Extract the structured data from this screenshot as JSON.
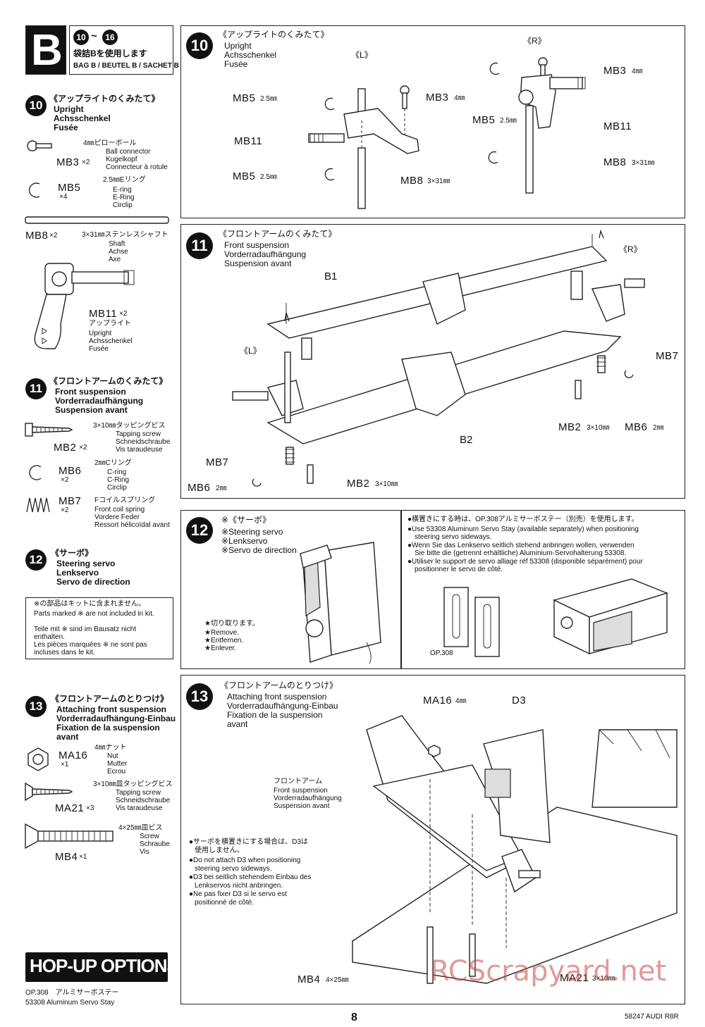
{
  "header": {
    "bag_letter": "B",
    "step_from": "10",
    "step_sep": "~",
    "step_to": "16",
    "bag_jp": "袋詰Bを使用します",
    "bag_label": "BAG B / BEUTEL B / SACHET B"
  },
  "sidebar": {
    "s10": {
      "num": "10",
      "jp": "《アップライトのくみたて》",
      "en": "Upright",
      "de": "Achsschenkel",
      "fr": "Fusée"
    },
    "mb3": {
      "code": "MB3",
      "qty": "×2",
      "size": "4㎜ピローボール",
      "en": "Ball connector",
      "de": "Kugelkopf",
      "fr": "Connecteur à rotule"
    },
    "mb5": {
      "code": "MB5",
      "qty": "×4",
      "size": "2.5㎜Eリング",
      "en": "E-ring",
      "de": "E-Ring",
      "fr": "Circlip"
    },
    "mb8": {
      "code": "MB8",
      "qty": "×2",
      "size": "3×31㎜ステンレスシャフト",
      "en": "Shaft",
      "de": "Achse",
      "fr": "Axe"
    },
    "mb11": {
      "code": "MB11",
      "qty": "×2",
      "jp": "アップライト",
      "en": "Upright",
      "de": "Achsschenkel",
      "fr": "Fusée"
    },
    "s11": {
      "num": "11",
      "jp": "《フロントアームのくみたて》",
      "en": "Front suspension",
      "de": "Vorderradaufhängung",
      "fr": "Suspension avant"
    },
    "mb2": {
      "code": "MB2",
      "qty": "×2",
      "size": "3×10㎜タッピングビス",
      "en": "Tapping screw",
      "de": "Schneidschraube",
      "fr": "Vis taraudeuse"
    },
    "mb6": {
      "code": "MB6",
      "qty": "×2",
      "size": "2㎜Cリング",
      "en": "C-ring",
      "de": "C-Ring",
      "fr": "Circlip"
    },
    "mb7": {
      "code": "MB7",
      "qty": "×2",
      "size": "Fコイルスプリング",
      "en": "Front coil spring",
      "de": "Vordere Feder",
      "fr": "Ressort hélicoïdal avant"
    },
    "s12": {
      "num": "12",
      "jp": "《サーボ》",
      "en": "Steering servo",
      "de": "Lenkservo",
      "fr": "Servo de direction"
    },
    "note": {
      "jp": "※の部品はキットに含まれません。",
      "en": "Parts marked ※ are not included in kit.",
      "de": "Teile mit ※ sind im Bausatz nicht enthalten.",
      "fr": "Les pièces marquées ※ ne sont pas incluses dans le kit."
    },
    "s13": {
      "num": "13",
      "jp": "《フロントアームのとりつけ》",
      "en": "Attaching front suspension",
      "de": "Vorderradaufhängung-Einbau",
      "fr1": "Fixation de la suspension",
      "fr2": "avant"
    },
    "ma16": {
      "code": "MA16",
      "qty": "×1",
      "size": "4㎜ナット",
      "en": "Nut",
      "de": "Mutter",
      "fr": "Ecrou"
    },
    "ma21": {
      "code": "MA21",
      "qty": "×3",
      "size": "3×10㎜皿タッピングビス",
      "en": "Tapping screw",
      "de": "Schneidschraube",
      "fr": "Vis taraudeuse"
    },
    "mb4": {
      "code": "MB4",
      "qty": "×1",
      "size": "4×25㎜皿ビス",
      "en": "Screw",
      "de": "Schraube",
      "fr": "Vis"
    },
    "hopup": {
      "title": "HOP-UP OPTIONS",
      "line1": "OP.308　アルミサーボステー",
      "line2": "53308 Aluminum Servo Stay"
    }
  },
  "panel10": {
    "num": "10",
    "jp": "《アップライトのくみたて》",
    "en": "Upright",
    "de": "Achsschenkel",
    "fr": "Fusée",
    "left": "《L》",
    "right": "《R》",
    "labels": {
      "mb5a": "MB5",
      "mb5a_size": "2.5㎜",
      "mb3a": "MB3",
      "mb3a_size": "4㎜",
      "mb11a": "MB11",
      "mb5b": "MB5",
      "mb5b_size": "2.5㎜",
      "mb8a": "MB8",
      "mb8a_size": "3×31㎜",
      "mb3b": "MB3",
      "mb3b_size": "4㎜",
      "mb5c": "MB5",
      "mb5c_size": "2.5㎜",
      "mb11b": "MB11",
      "mb8b": "MB8",
      "mb8b_size": "3×31㎜"
    }
  },
  "panel11": {
    "num": "11",
    "jp": "《フロントアームのくみたて》",
    "en": "Front suspension",
    "de": "Vorderradaufhängung",
    "fr": "Suspension avant",
    "b1": "B1",
    "b2": "B2",
    "left": "《L》",
    "right": "《R》",
    "mb7a": "MB7",
    "mb2a": "MB2",
    "mb2a_size": "3×10㎜",
    "mb6a": "MB6",
    "mb6a_size": "2㎜",
    "mb7b": "MB7",
    "mb6b": "MB6",
    "mb6b_size": "2㎜",
    "mb2b": "MB2",
    "mb2b_size": "3×10㎜"
  },
  "panel12": {
    "num": "12",
    "jp": "※《サーボ》",
    "en": "※Steering servo",
    "de": "※Lenkservo",
    "fr": "※Servo de direction",
    "cut_jp": "★切り取ります。",
    "cut_en": "★Remove.",
    "cut_de": "★Entfernen.",
    "cut_fr": "★Enlever.",
    "info_jp": "●横置きにする時は、OP.308アルミサーボステー（別売）を使用します。",
    "info_en1": "●Use 53308 Aluminum Servo Stay (available separately) when positioning",
    "info_en2": "steering servo sideways.",
    "info_de1": "●Wenn Sie das Lenkservo seitlich stehend anbringen wollen, verwenden",
    "info_de2": "Sie bitte die (getrennt erhältliche) Aluminium-Servohalterung 53308.",
    "info_fr1": "●Utiliser le support de servo alliage réf 53308 (disponible séparément) pour",
    "info_fr2": "positionner le servo de côté.",
    "op": "OP.308"
  },
  "panel13": {
    "num": "13",
    "jp": "《フロントアームのとりつけ》",
    "en": "Attaching front suspension",
    "de": "Vorderradaufhängung-Einbau",
    "fr1": "Fixation de la suspension",
    "fr2": "avant",
    "ma16": "MA16",
    "ma16_size": "4㎜",
    "d3": "D3",
    "fa_jp": "フロントアーム",
    "fa_en": "Front suspension",
    "fa_de": "Vorderradaufhängung",
    "fa_fr": "Suspension avant",
    "note_jp1": "●サーボを横置きにする場合は、D3は",
    "note_jp2": "使用しません。",
    "note_en1": "●Do not attach D3 when positioning",
    "note_en2": "steering servo sideways.",
    "note_de1": "●D3 bei seitlich stehendem Einbau des",
    "note_de2": "Lenkservos nicht anbringen.",
    "note_fr1": "●Ne pas fixer D3 si le servo est",
    "note_fr2": "positionné de côté.",
    "mb4": "MB4",
    "mb4_size": "4×25㎜",
    "ma21": "MA21",
    "ma21_size": "3×10㎜"
  },
  "footer": {
    "page": "8",
    "model": "58247 AUDI R8R",
    "watermark": "RCScrapyard.net"
  }
}
